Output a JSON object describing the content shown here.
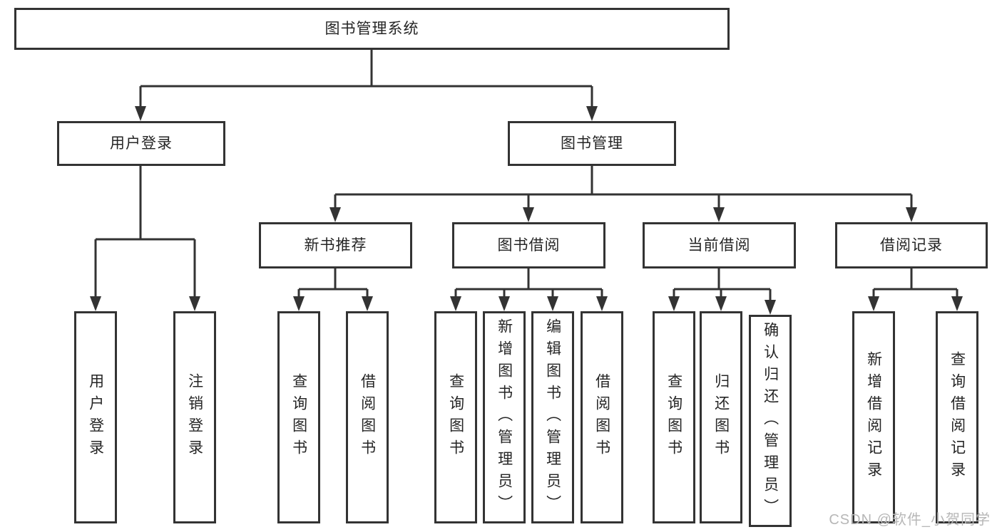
{
  "root_label": "图书管理系统",
  "level2": [
    {
      "label": "用户登录"
    },
    {
      "label": "图书管理"
    }
  ],
  "level3": [
    {
      "label": "新书推荐"
    },
    {
      "label": "图书借阅"
    },
    {
      "label": "当前借阅"
    },
    {
      "label": "借阅记录"
    }
  ],
  "leaves": {
    "user_login": [
      "用户登录",
      "注销登录"
    ],
    "new_book": [
      "查询图书",
      "借阅图书"
    ],
    "borrow": [
      "查询图书",
      "新增图书（管理员）",
      "编辑图书（管理员）",
      "借阅图书"
    ],
    "current": [
      "查询图书",
      "归还图书",
      "确认归还（管理员）"
    ],
    "record": [
      "新增借阅记录",
      "查询借阅记录"
    ]
  },
  "watermark": "CSDN @软件_小贺同学",
  "colors": {
    "line": "#333333",
    "box_background": "#ffffff",
    "text": "#252525",
    "watermark": "#b7b7b7"
  }
}
